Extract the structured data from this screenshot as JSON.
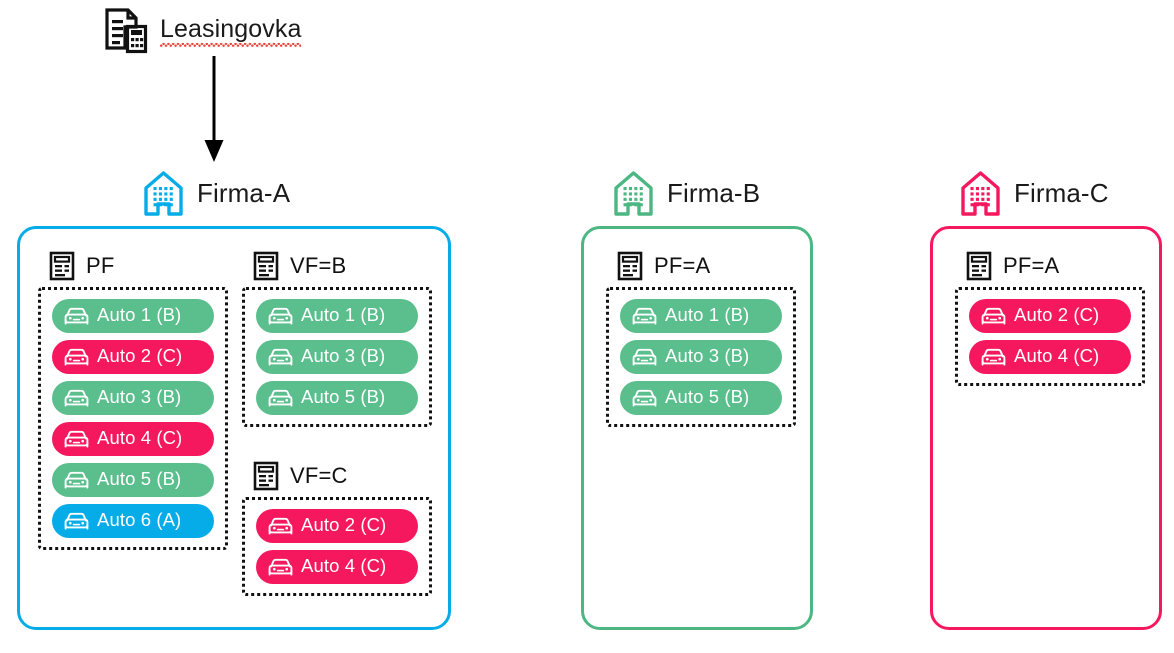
{
  "colors": {
    "blue": "#06ACE8",
    "green": "#5BBE8D",
    "green_border": "#4CB782",
    "pink": "#F5185E",
    "black": "#111111",
    "spellcheck_underline": "#E8443A"
  },
  "source": {
    "label": "Leasingovka",
    "icon": "document-calculator-icon",
    "misspelled": true
  },
  "arrow": {
    "icon": "down-arrow-icon",
    "from": "Leasingovka",
    "to": "Firma-A"
  },
  "companies": [
    {
      "id": "firma-a",
      "name": "Firma-A",
      "icon": "building-icon",
      "color": "#06ACE8",
      "sections": [
        {
          "id": "pf",
          "title": "PF",
          "icon": "invoice-icon",
          "cars": [
            {
              "label": "Auto 1 (B)",
              "color": "#5BBE8D",
              "icon": "car-icon"
            },
            {
              "label": "Auto 2 (C)",
              "color": "#F5185E",
              "icon": "car-icon"
            },
            {
              "label": "Auto 3 (B)",
              "color": "#5BBE8D",
              "icon": "car-icon"
            },
            {
              "label": "Auto 4 (C)",
              "color": "#F5185E",
              "icon": "car-icon"
            },
            {
              "label": "Auto 5 (B)",
              "color": "#5BBE8D",
              "icon": "car-icon"
            },
            {
              "label": "Auto 6 (A)",
              "color": "#06ACE8",
              "icon": "car-icon"
            }
          ]
        },
        {
          "id": "vf-b",
          "title": "VF=B",
          "icon": "invoice-icon",
          "cars": [
            {
              "label": "Auto 1 (B)",
              "color": "#5BBE8D",
              "icon": "car-icon"
            },
            {
              "label": "Auto 3 (B)",
              "color": "#5BBE8D",
              "icon": "car-icon"
            },
            {
              "label": "Auto 5 (B)",
              "color": "#5BBE8D",
              "icon": "car-icon"
            }
          ]
        },
        {
          "id": "vf-c",
          "title": "VF=C",
          "icon": "invoice-icon",
          "cars": [
            {
              "label": "Auto 2 (C)",
              "color": "#F5185E",
              "icon": "car-icon"
            },
            {
              "label": "Auto 4 (C)",
              "color": "#F5185E",
              "icon": "car-icon"
            }
          ]
        }
      ]
    },
    {
      "id": "firma-b",
      "name": "Firma-B",
      "icon": "building-icon",
      "color": "#4CB782",
      "sections": [
        {
          "id": "pf-a",
          "title": "PF=A",
          "icon": "invoice-icon",
          "cars": [
            {
              "label": "Auto 1 (B)",
              "color": "#5BBE8D",
              "icon": "car-icon"
            },
            {
              "label": "Auto 3 (B)",
              "color": "#5BBE8D",
              "icon": "car-icon"
            },
            {
              "label": "Auto 5 (B)",
              "color": "#5BBE8D",
              "icon": "car-icon"
            }
          ]
        }
      ]
    },
    {
      "id": "firma-c",
      "name": "Firma-C",
      "icon": "building-icon",
      "color": "#F5185E",
      "sections": [
        {
          "id": "pf-a",
          "title": "PF=A",
          "icon": "invoice-icon",
          "cars": [
            {
              "label": "Auto 2 (C)",
              "color": "#F5185E",
              "icon": "car-icon"
            },
            {
              "label": "Auto 4 (C)",
              "color": "#F5185E",
              "icon": "car-icon"
            }
          ]
        }
      ]
    }
  ]
}
